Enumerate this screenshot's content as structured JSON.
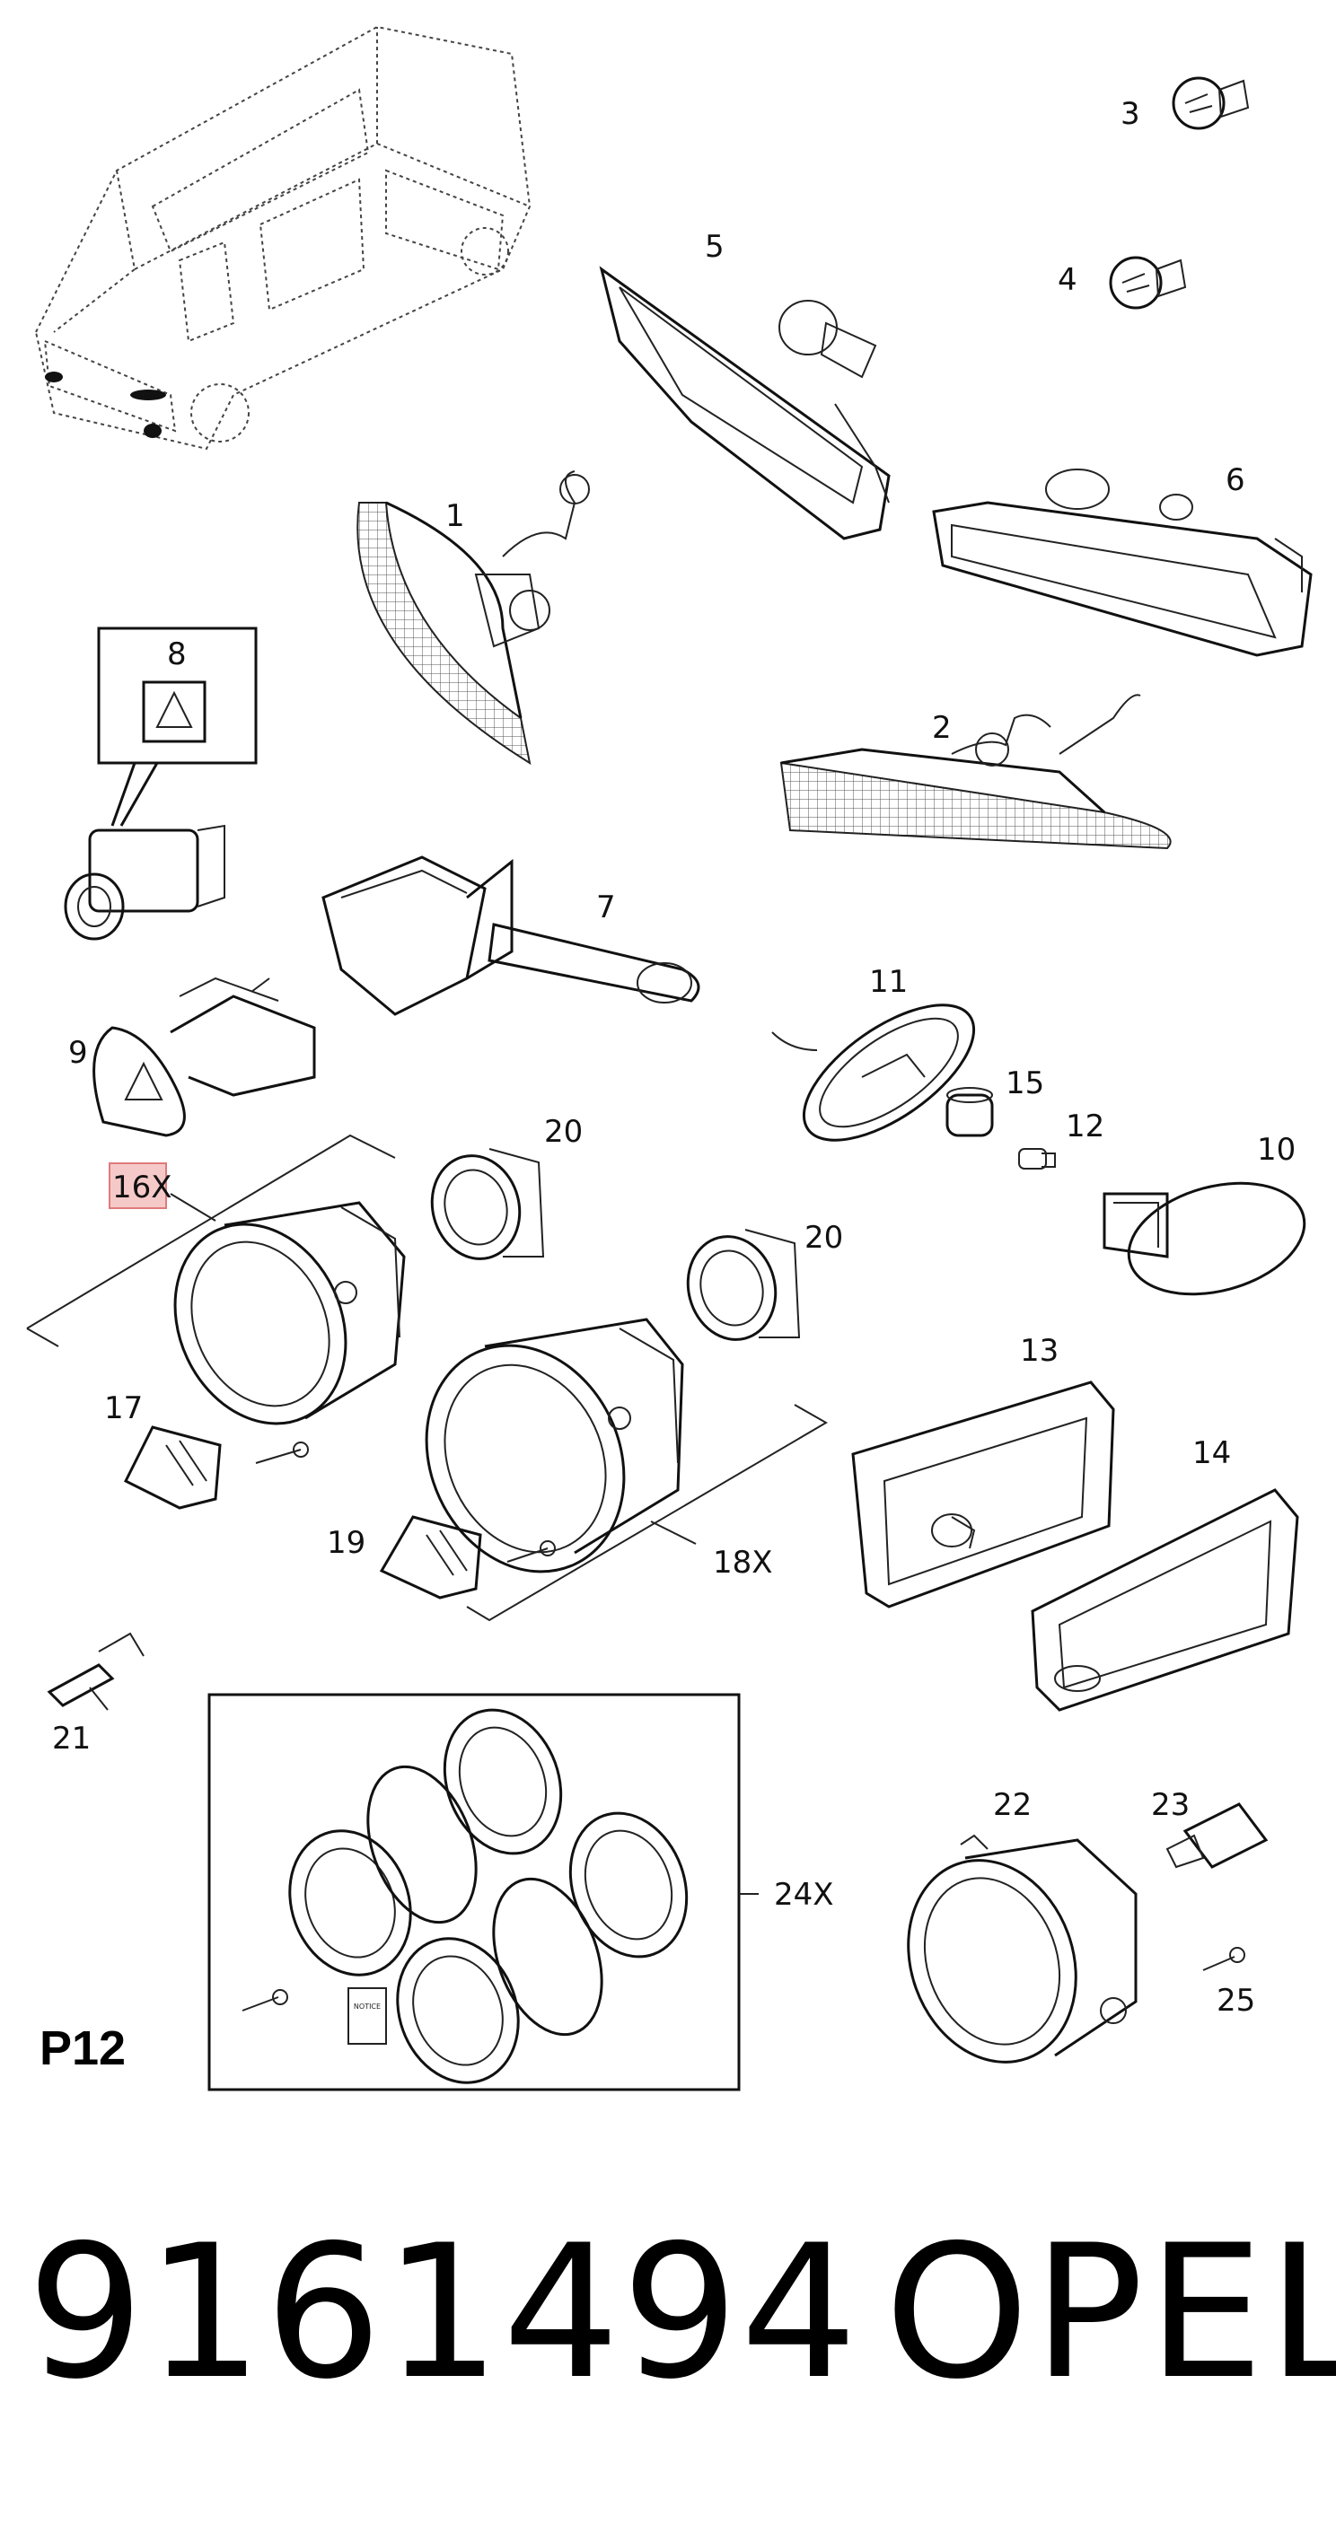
{
  "callouts": [
    {
      "id": "1",
      "label": "1"
    },
    {
      "id": "2",
      "label": "2"
    },
    {
      "id": "3",
      "label": "3"
    },
    {
      "id": "4",
      "label": "4"
    },
    {
      "id": "5",
      "label": "5"
    },
    {
      "id": "6",
      "label": "6"
    },
    {
      "id": "7",
      "label": "7"
    },
    {
      "id": "8",
      "label": "8"
    },
    {
      "id": "9",
      "label": "9"
    },
    {
      "id": "10",
      "label": "10"
    },
    {
      "id": "11",
      "label": "11"
    },
    {
      "id": "12",
      "label": "12"
    },
    {
      "id": "13",
      "label": "13"
    },
    {
      "id": "14",
      "label": "14"
    },
    {
      "id": "15",
      "label": "15"
    },
    {
      "id": "16",
      "label": "16X"
    },
    {
      "id": "17",
      "label": "17"
    },
    {
      "id": "18",
      "label": "18X"
    },
    {
      "id": "19",
      "label": "19"
    },
    {
      "id": "20a",
      "label": "20"
    },
    {
      "id": "20b",
      "label": "20"
    },
    {
      "id": "21",
      "label": "21"
    },
    {
      "id": "22",
      "label": "22"
    },
    {
      "id": "23",
      "label": "23"
    },
    {
      "id": "24",
      "label": "24X"
    },
    {
      "id": "25",
      "label": "25"
    }
  ],
  "notice_label": "NOTICE",
  "page_ref": "P12",
  "part_number": "9161494",
  "brand": "OPEL",
  "colors": {
    "highlight": "#f6c9c9",
    "ink": "#111111"
  }
}
